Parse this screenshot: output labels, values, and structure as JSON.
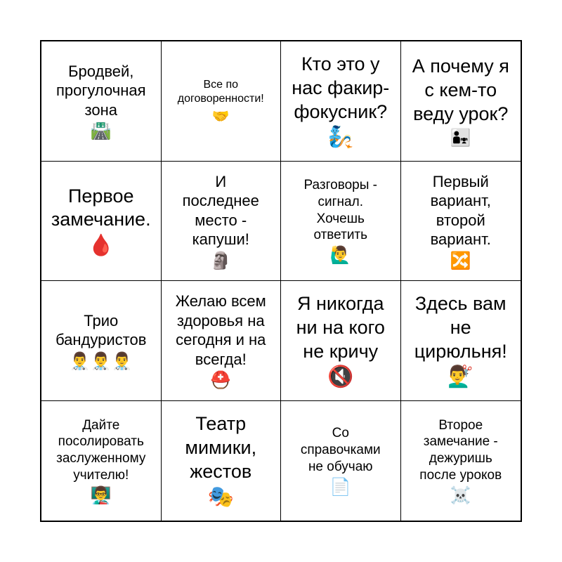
{
  "cells": [
    {
      "text": "Бродвей,\nпрогулочная\nзона",
      "icon": "🛣️",
      "icon_name": "motorway-icon"
    },
    {
      "text": "Все по\nдоговоренности!",
      "icon": "🤝",
      "icon_name": "handshake-icon"
    },
    {
      "text": "Кто это у\nнас факир-\nфокусник?",
      "icon": "🧞",
      "icon_name": "genie-icon"
    },
    {
      "text": "А почему я\nс кем-то\nведу урок?",
      "icon": "👨‍👧",
      "icon_name": "man-with-child-icon"
    },
    {
      "text": "Первое\nзамечание.",
      "icon": "🩸",
      "icon_name": "drop-of-blood-icon"
    },
    {
      "text": "И\nпоследнее\nместо -\nкапуши!",
      "icon": "🗿",
      "icon_name": "moai-icon"
    },
    {
      "text": "Разговоры -\nсигнал.\nХочешь\nответить",
      "icon": "🙋‍♂️",
      "icon_name": "man-raising-hand-icon"
    },
    {
      "text": "Первый\nвариант,\nвторой\nвариант.",
      "icon": "🔀",
      "icon_name": "shuffle-icon"
    },
    {
      "text": "Трио\nбандуристов",
      "icon": "👨‍⚕️👨‍⚕️👨‍⚕️",
      "icon_name": "three-men-icon"
    },
    {
      "text": "Желаю всем\nздоровья на\nсегодня и на\nвсегда!",
      "icon": "⛑️",
      "icon_name": "rescue-helmet-icon"
    },
    {
      "text": "Я никогда\nни на кого\nне кричу",
      "icon": "🔇",
      "icon_name": "muted-speaker-icon"
    },
    {
      "text": "Здесь вам\nне\nцирюльня!",
      "icon": "💇‍♂️",
      "icon_name": "man-getting-haircut-icon"
    },
    {
      "text": "Дайте\nпосолировать\nзаслуженному\nучителю!",
      "icon": "👨‍🏫",
      "icon_name": "man-teacher-icon"
    },
    {
      "text": "Театр\nмимики,\nжестов",
      "icon": "🎭",
      "icon_name": "performing-arts-icon"
    },
    {
      "text": "Со\nсправочками\nне обучаю",
      "icon": "📄",
      "icon_name": "document-icon"
    },
    {
      "text": "Второе\nзамечание -\nдежуришь\nпосле уроков",
      "icon": "☠️",
      "icon_name": "skull-and-crossbones-icon"
    }
  ]
}
